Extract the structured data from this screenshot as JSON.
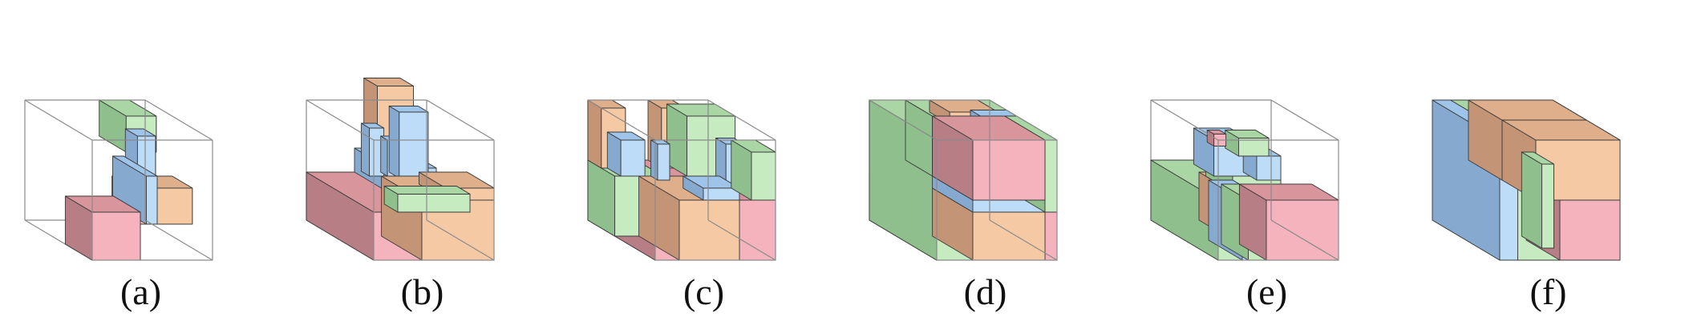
{
  "colors": {
    "pink": [
      "#f4b3bd",
      "#d9959c",
      "#b87e86"
    ],
    "green": [
      "#c6ebc1",
      "#a9d6a4",
      "#8fbf8c"
    ],
    "blue": [
      "#bcdcf8",
      "#9fc4ea",
      "#86a9d0"
    ],
    "orange": [
      "#f6c9a5",
      "#dfaf8c",
      "#c49476"
    ],
    "edge": "#3a3a3a",
    "frame": "#8a8a8a"
  },
  "panels": [
    {
      "label": "(a)",
      "mode": "frame",
      "boxes": [
        {
          "p": [
            0,
            0,
            0
          ],
          "s": [
            4,
            4,
            4
          ],
          "c": "pink"
        },
        {
          "p": [
            4.5,
            0,
            3
          ],
          "s": [
            0.9,
            5,
            4
          ],
          "c": "blue"
        },
        {
          "p": [
            5,
            3,
            2
          ],
          "s": [
            5,
            3,
            3
          ],
          "c": "orange"
        },
        {
          "p": [
            4.5,
            3,
            8
          ],
          "s": [
            2.5,
            4,
            3
          ],
          "c": "green"
        },
        {
          "p": [
            6,
            4,
            5.5
          ],
          "s": [
            1.5,
            1.8,
            3.5
          ],
          "c": "blue"
        }
      ]
    },
    {
      "label": "(b)",
      "mode": "frame",
      "boxes": [
        {
          "p": [
            0,
            0,
            0
          ],
          "s": [
            10,
            10,
            4
          ],
          "c": "pink"
        },
        {
          "p": [
            2,
            0,
            4
          ],
          "s": [
            6,
            2,
            1.5
          ],
          "c": "green"
        },
        {
          "p": [
            4,
            0,
            0
          ],
          "s": [
            6,
            6,
            5
          ],
          "c": "orange"
        },
        {
          "p": [
            6,
            0,
            5
          ],
          "s": [
            4,
            4,
            1
          ],
          "c": "orange"
        },
        {
          "p": [
            4,
            5,
            4
          ],
          "s": [
            4,
            5,
            2
          ],
          "c": "blue"
        },
        {
          "p": [
            3,
            6,
            5
          ],
          "s": [
            1.2,
            1.2,
            4
          ],
          "c": "blue"
        },
        {
          "p": [
            4.5,
            6,
            5
          ],
          "s": [
            1,
            1,
            3
          ],
          "c": "blue"
        },
        {
          "p": [
            5.2,
            5.5,
            5
          ],
          "s": [
            2.4,
            1.5,
            5.5
          ],
          "c": "blue"
        },
        {
          "p": [
            4.5,
            7.5,
            5
          ],
          "s": [
            3,
            2,
            7
          ],
          "c": "orange"
        }
      ]
    },
    {
      "label": "(c)",
      "mode": "frame",
      "boxes": [
        {
          "p": [
            0,
            0,
            0
          ],
          "s": [
            10,
            10,
            5
          ],
          "c": "pink"
        },
        {
          "p": [
            2,
            0,
            0
          ],
          "s": [
            5,
            6,
            5
          ],
          "c": "orange"
        },
        {
          "p": [
            4,
            0,
            5
          ],
          "s": [
            3,
            3,
            1
          ],
          "c": "blue"
        },
        {
          "p": [
            0,
            6,
            0
          ],
          "s": [
            4,
            4,
            5
          ],
          "c": "green"
        },
        {
          "p": [
            0,
            8,
            5
          ],
          "s": [
            2,
            2,
            5
          ],
          "c": "orange"
        },
        {
          "p": [
            0.5,
            6,
            5
          ],
          "s": [
            2,
            2,
            3
          ],
          "c": "blue"
        },
        {
          "p": [
            6,
            6,
            5
          ],
          "s": [
            4,
            3,
            5
          ],
          "c": "green"
        },
        {
          "p": [
            8,
            0,
            5
          ],
          "s": [
            2,
            3,
            4
          ],
          "c": "green"
        },
        {
          "p": [
            7,
            2,
            5
          ],
          "s": [
            1.5,
            1.5,
            4
          ],
          "c": "blue"
        },
        {
          "p": [
            5,
            8,
            5
          ],
          "s": [
            2,
            2,
            5
          ],
          "c": "orange"
        },
        {
          "p": [
            3,
            5,
            5
          ],
          "s": [
            1,
            1,
            3
          ],
          "c": "blue"
        }
      ]
    },
    {
      "label": "(d)",
      "mode": "frame",
      "boxes": [
        {
          "p": [
            0,
            0,
            0
          ],
          "s": [
            10,
            10,
            4
          ],
          "c": "pink"
        },
        {
          "p": [
            3,
            0,
            0
          ],
          "s": [
            6,
            6,
            4
          ],
          "c": "orange"
        },
        {
          "p": [
            3,
            0,
            4
          ],
          "s": [
            6,
            6,
            1
          ],
          "c": "blue"
        },
        {
          "p": [
            0,
            0,
            0
          ],
          "s": [
            3,
            10,
            10
          ],
          "c": "green"
        },
        {
          "p": [
            3,
            0,
            5
          ],
          "s": [
            6,
            6,
            5
          ],
          "c": "pink"
        },
        {
          "p": [
            9,
            0,
            4
          ],
          "s": [
            1,
            6,
            6
          ],
          "c": "green"
        },
        {
          "p": [
            3,
            6,
            5
          ],
          "s": [
            7,
            4,
            5
          ],
          "c": "green"
        },
        {
          "p": [
            5,
            7,
            9
          ],
          "s": [
            4,
            3,
            1
          ],
          "c": "orange"
        },
        {
          "p": [
            7,
            6,
            7
          ],
          "s": [
            3,
            1.5,
            3
          ],
          "c": "blue"
        }
      ]
    },
    {
      "label": "(e)",
      "mode": "frame",
      "boxes": [
        {
          "p": [
            0,
            0,
            0
          ],
          "s": [
            4,
            10,
            5
          ],
          "c": "green"
        },
        {
          "p": [
            4,
            0,
            0
          ],
          "s": [
            6,
            4,
            5
          ],
          "c": "pink"
        },
        {
          "p": [
            4,
            4,
            0
          ],
          "s": [
            5,
            6,
            4
          ],
          "c": "orange"
        },
        {
          "p": [
            2,
            0,
            0
          ],
          "s": [
            2,
            5,
            5
          ],
          "c": "blue"
        },
        {
          "p": [
            2.5,
            0,
            0
          ],
          "s": [
            3,
            4,
            5
          ],
          "c": "green"
        },
        {
          "p": [
            4,
            5,
            4
          ],
          "s": [
            4,
            4,
            2
          ],
          "c": "green"
        },
        {
          "p": [
            3,
            6,
            5
          ],
          "s": [
            3,
            3,
            3
          ],
          "c": "blue"
        },
        {
          "p": [
            6,
            5,
            5
          ],
          "s": [
            2,
            2,
            2
          ],
          "c": "blue"
        },
        {
          "p": [
            3,
            6,
            7.5
          ],
          "s": [
            1,
            1,
            1
          ],
          "c": "pink"
        },
        {
          "p": [
            4.5,
            5,
            7
          ],
          "s": [
            2.5,
            2,
            1.5
          ],
          "c": "green"
        }
      ]
    },
    {
      "label": "(f)",
      "mode": "solid",
      "boxes": [
        {
          "p": [
            0,
            0,
            0
          ],
          "s": [
            10,
            10,
            10
          ],
          "c": "green"
        },
        {
          "p": [
            0,
            0,
            0
          ],
          "s": [
            1.5,
            10,
            10
          ],
          "c": "blue"
        },
        {
          "p": [
            5,
            0,
            0
          ],
          "s": [
            5,
            5,
            5
          ],
          "c": "pink"
        },
        {
          "p": [
            3,
            0,
            5
          ],
          "s": [
            7,
            5,
            5
          ],
          "c": "orange"
        },
        {
          "p": [
            3,
            5,
            5
          ],
          "s": [
            7,
            5,
            5
          ],
          "c": "orange"
        },
        {
          "p": [
            3.5,
            0,
            1
          ],
          "s": [
            1,
            3,
            7
          ],
          "c": "green"
        }
      ]
    }
  ]
}
